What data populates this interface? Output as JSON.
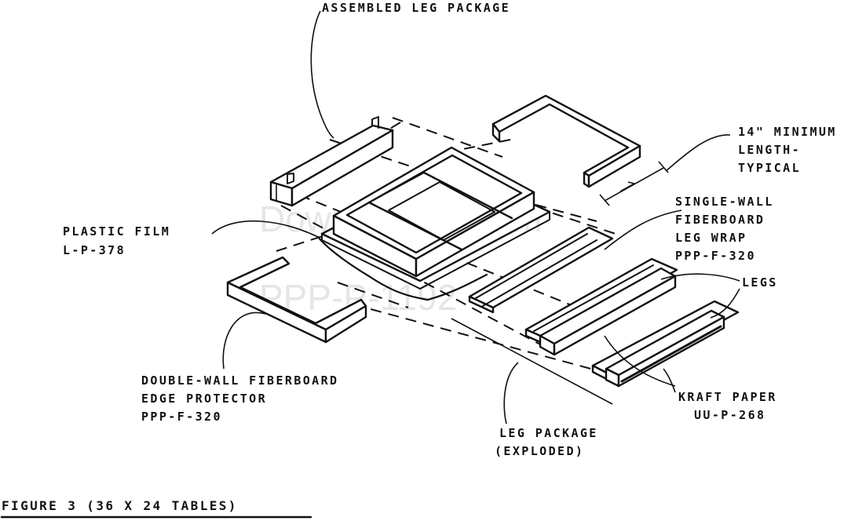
{
  "watermark": {
    "line1": "Downloaded from",
    "line2": "PPP-P-1192"
  },
  "labels": {
    "assembled": "ASSEMBLED LEG PACKAGE",
    "minimum_1": "14\" MINIMUM",
    "minimum_2": "LENGTH-",
    "minimum_3": "TYPICAL",
    "wrap_1": "SINGLE-WALL",
    "wrap_2": "FIBERBOARD",
    "wrap_3": "LEG WRAP",
    "wrap_4": "PPP-F-320",
    "plastic_1": "PLASTIC FILM",
    "plastic_2": "L-P-378",
    "legs": "LEGS",
    "edge_1": "DOUBLE-WALL FIBERBOARD",
    "edge_2": "EDGE PROTECTOR",
    "edge_3": "PPP-F-320",
    "kraft_1": "KRAFT PAPER",
    "kraft_2": "UU-P-268",
    "exploded_1": "LEG PACKAGE",
    "exploded_2": "(EXPLODED)"
  },
  "caption": "FIGURE 3 (36 X 24 TABLES)"
}
